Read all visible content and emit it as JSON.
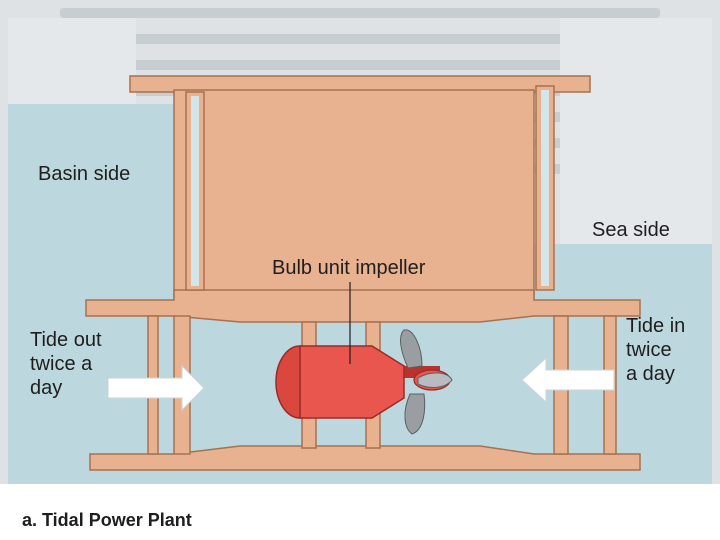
{
  "figure": {
    "caption": "a. Tidal Power Plant"
  },
  "labels": {
    "basin_side": "Basin side",
    "sea_side": "Sea side",
    "bulb_unit": "Bulb unit impeller",
    "tide_out": [
      "Tide out",
      "twice a",
      "day"
    ],
    "tide_in": [
      "Tide in",
      "twice",
      "a day"
    ]
  },
  "colors": {
    "water": "#bcd8de",
    "concrete": "#e8b291",
    "concrete_edge": "#a8714e",
    "bulb": "#e8564e",
    "bulb_dark": "#b8322e",
    "blade": "#9a9ea3",
    "arrow": "#ffffff",
    "page_bg": "#ffffff",
    "paper": "#dfe2e4",
    "page_text": "#c9d2d6"
  }
}
